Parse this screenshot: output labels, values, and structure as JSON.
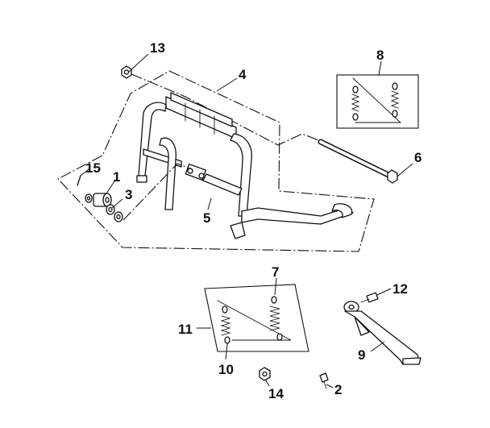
{
  "callouts": {
    "c1": "1",
    "c2": "2",
    "c3": "3",
    "c4": "4",
    "c5": "5",
    "c6": "6",
    "c7": "7",
    "c8": "8",
    "c9": "9",
    "c10": "10",
    "c11": "11",
    "c12": "12",
    "c13": "13",
    "c14": "14",
    "c15": "15"
  },
  "icons": {
    "main_stand": "main-stand-icon",
    "side_stand": "side-stand-icon",
    "spring": "spring-icon",
    "bolt": "bolt-icon",
    "nut": "nut-icon",
    "collar": "collar-icon",
    "washer": "washer-icon"
  }
}
